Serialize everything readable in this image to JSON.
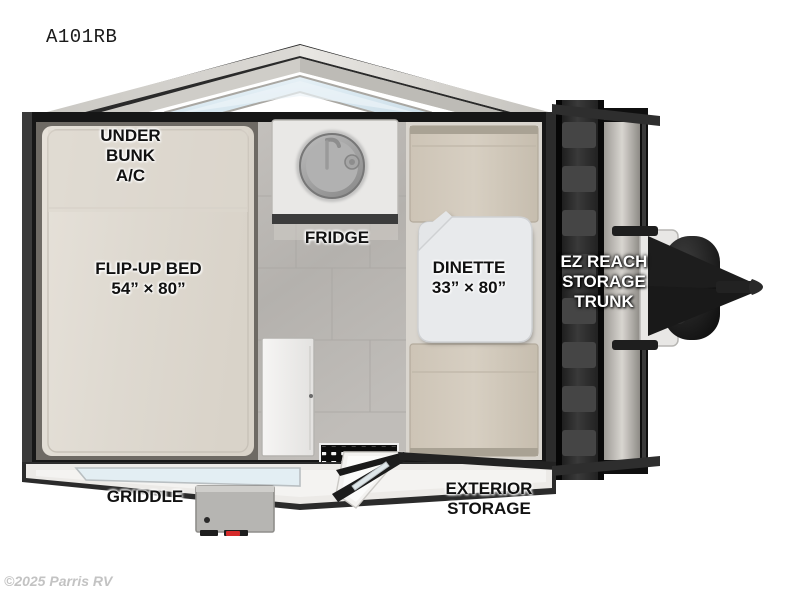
{
  "page": {
    "model_code": "A101RB",
    "copyright": "©2025 Parris RV",
    "background_color": "#ffffff"
  },
  "floorplan": {
    "title": "A101RB",
    "type": "rv-floorplan-top-view",
    "labels": {
      "under_bunk_ac": "UNDER\nBUNK\nA/C",
      "flip_up_bed": "FLIP-UP BED\n54” × 80”",
      "fridge": "FRIDGE",
      "dinette": "DINETTE\n33” × 80”",
      "ez_reach_trunk": "EZ REACH\nSTORAGE\nTRUNK",
      "griddle": "GRIDDLE",
      "exterior_storage": "EXTERIOR\nSTORAGE"
    },
    "dimensions": {
      "bed_width_in": 54,
      "bed_length_in": 80,
      "dinette_width_in": 33,
      "dinette_length_in": 80
    },
    "colors": {
      "body_frame_dark": "#1c1c1c",
      "roof_trim_light": "#d2d0cb",
      "bed_surface": "#e3ded6",
      "cushion_beige": "#cfc6b8",
      "floor_tile": "#b9b6b2",
      "cabinet_white": "#f0efee",
      "trunk_dark": "#262626",
      "window_blue": "#dfeaf0",
      "accent_red": "#d62b2b",
      "text_dark": "#111111",
      "text_light": "#ffffff",
      "copyright_gray": "#c3c3c3"
    },
    "features": [
      "roof-peak-skylight",
      "flip-up-bed",
      "under-bunk-ac",
      "sink-with-faucet",
      "fridge",
      "dinette-table",
      "dinette-bench-front",
      "dinette-bench-rear",
      "floor-grate-step",
      "entry-door-open",
      "ez-reach-storage-trunk",
      "propane-tank-cover",
      "a-frame-hitch-coupler",
      "griddle-unit",
      "exterior-storage-hatch"
    ]
  }
}
